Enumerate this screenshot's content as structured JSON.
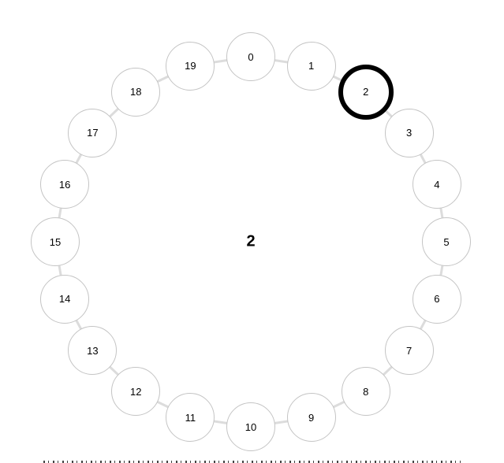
{
  "diagram": {
    "center_label": "2",
    "selected_node": 2,
    "node_count": 20,
    "nodes": [
      {
        "label": "0"
      },
      {
        "label": "1"
      },
      {
        "label": "2"
      },
      {
        "label": "3"
      },
      {
        "label": "4"
      },
      {
        "label": "5"
      },
      {
        "label": "6"
      },
      {
        "label": "7"
      },
      {
        "label": "8"
      },
      {
        "label": "9"
      },
      {
        "label": "10"
      },
      {
        "label": "11"
      },
      {
        "label": "12"
      },
      {
        "label": "13"
      },
      {
        "label": "14"
      },
      {
        "label": "15"
      },
      {
        "label": "16"
      },
      {
        "label": "17"
      },
      {
        "label": "18"
      },
      {
        "label": "19"
      }
    ],
    "colors": {
      "node_fill": "#ffffff",
      "node_border": "#c4c4c4",
      "selected_border": "#000000",
      "edge": "#dcdcdc",
      "text": "#000000"
    }
  }
}
